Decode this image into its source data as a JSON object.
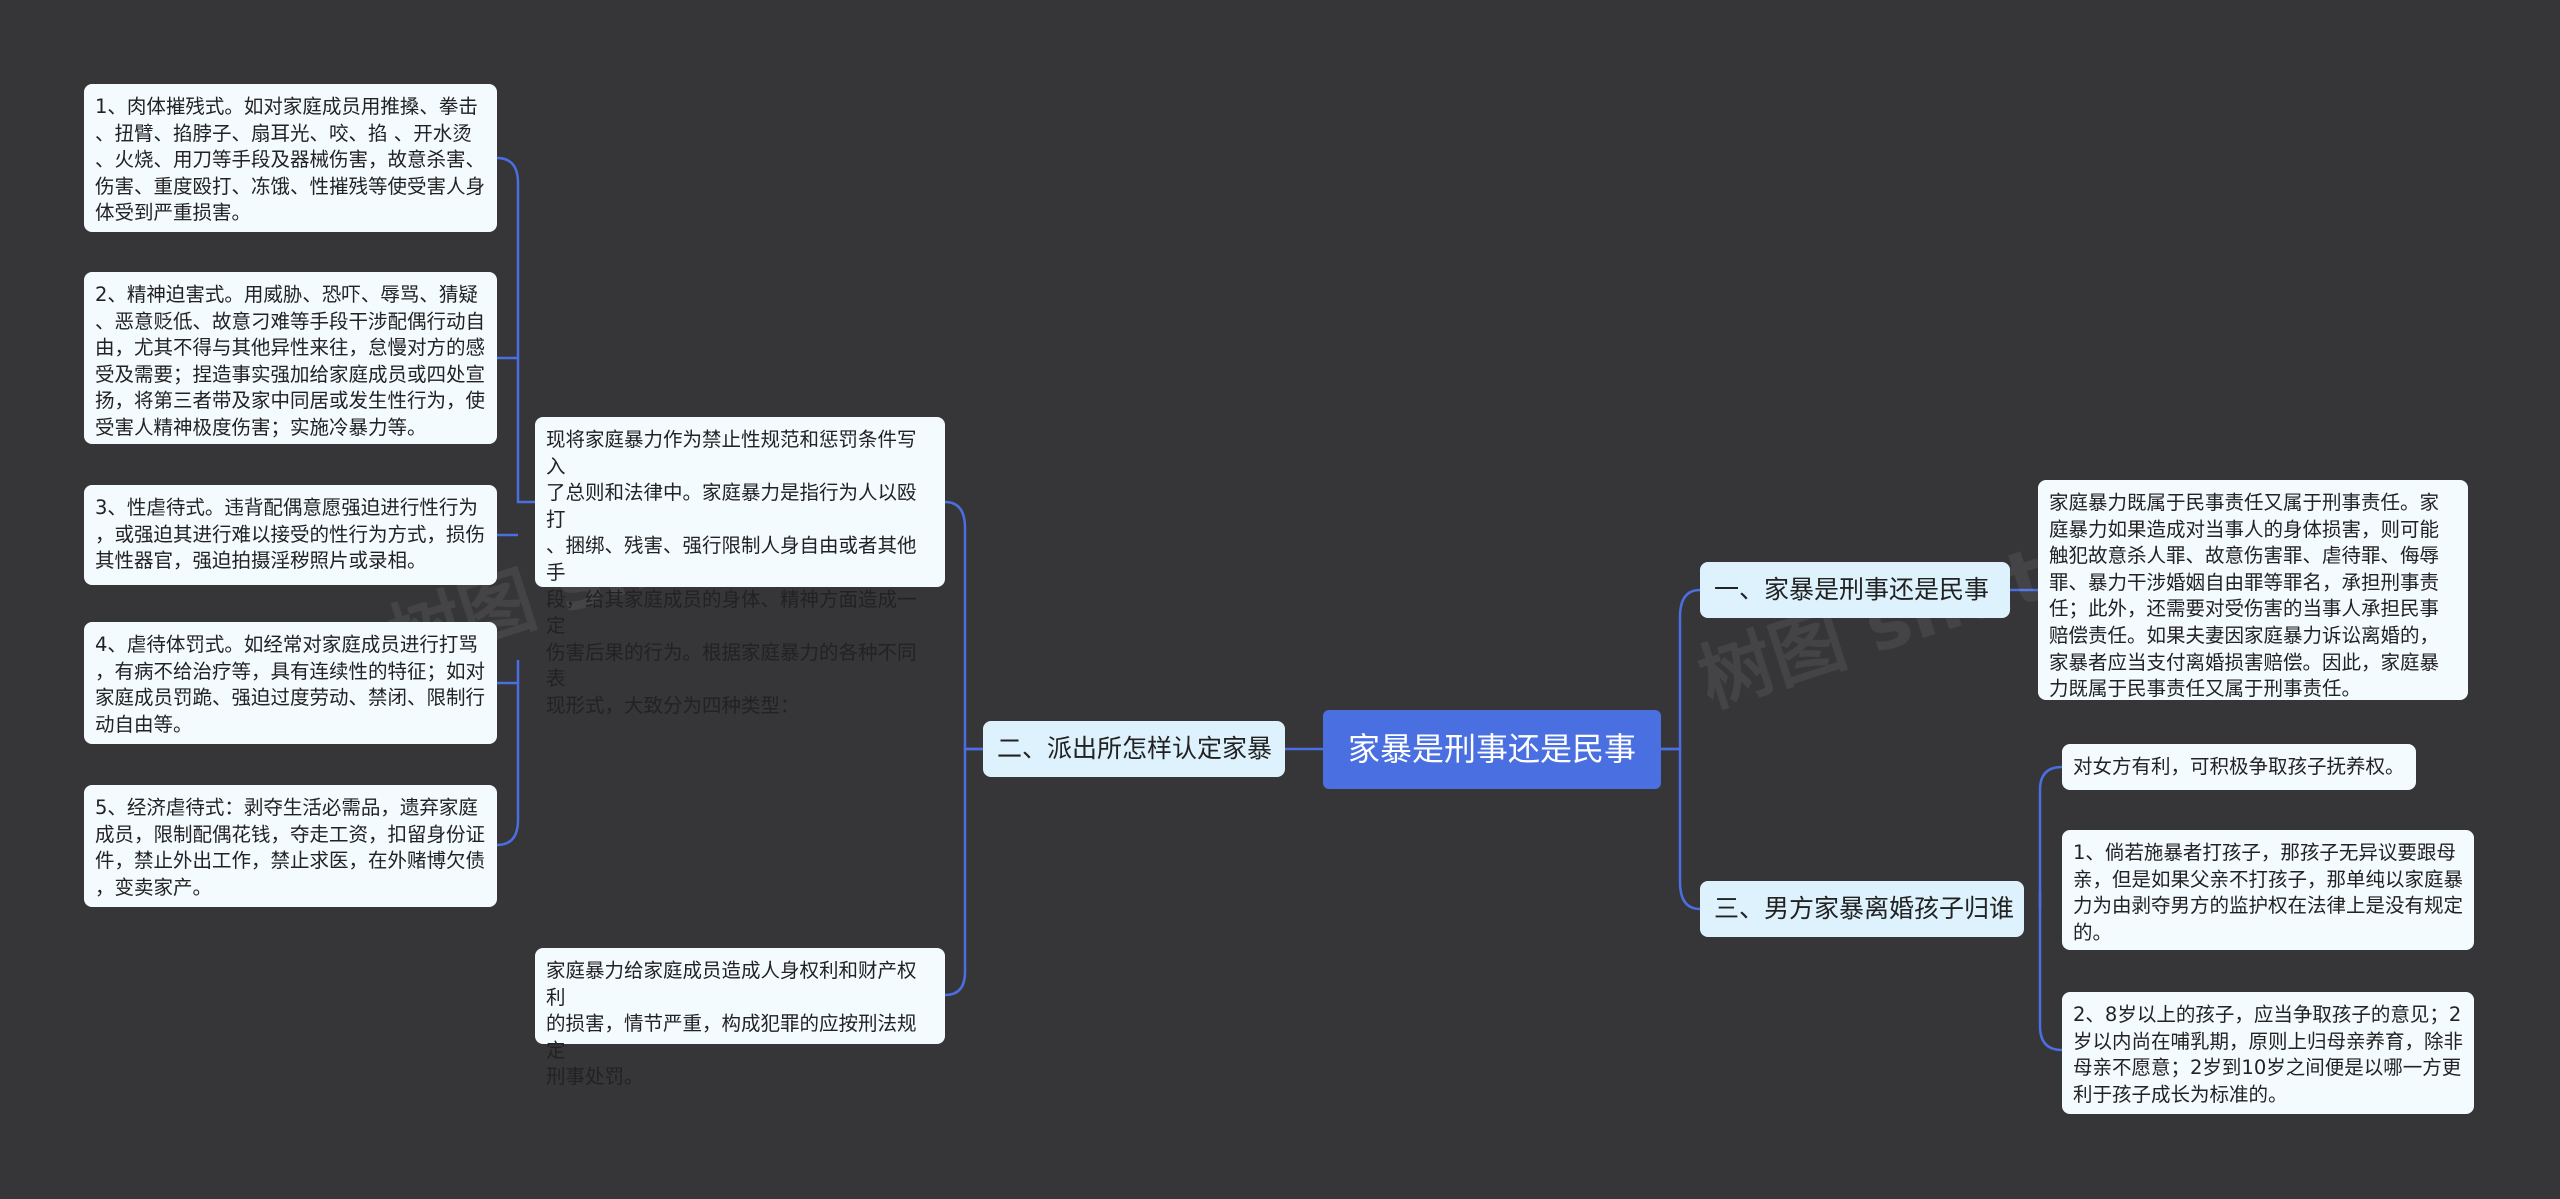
{
  "root": {
    "label": "家暴是刑事还是民事"
  },
  "branches": {
    "b1": {
      "label": "一、家暴是刑事还是民事"
    },
    "b2": {
      "label": "二、派出所怎样认定家暴"
    },
    "b3": {
      "label": "三、男方家暴离婚孩子归谁"
    }
  },
  "leaves": {
    "b1_text": "家庭暴力既属于民事责任又属于刑事责任。家\n庭暴力如果造成对当事人的身体损害，则可能\n触犯故意杀人罪、故意伤害罪、虐待罪、侮辱\n罪、暴力干涉婚姻自由罪等罪名，承担刑事责\n任；此外，还需要对受伤害的当事人承担民事\n赔偿责任。如果夫妻因家庭暴力诉讼离婚的，\n家暴者应当支付离婚损害赔偿。因此，家庭暴\n力既属于民事责任又属于刑事责任。",
    "b3_a": "对女方有利，可积极争取孩子抚养权。",
    "b3_b": "1、倘若施暴者打孩子，那孩子无异议要跟母\n亲，但是如果父亲不打孩子，那单纯以家庭暴\n力为由剥夺男方的监护权在法律上是没有规定\n的。",
    "b3_c": "2、8岁以上的孩子，应当争取孩子的意见；2\n岁以内尚在哺乳期，原则上归母亲养育，除非\n母亲不愿意；2岁到10岁之间便是以哪一方更\n利于孩子成长为标准的。",
    "b2_intro": "现将家庭暴力作为禁止性规范和惩罚条件写入\n了总则和法律中。家庭暴力是指行为人以殴打\n、捆绑、残害、强行限制人身自由或者其他手\n段，给其家庭成员的身体、精神方面造成一定\n伤害后果的行为。根据家庭暴力的各种不同表\n现形式，大致分为四种类型：",
    "b2_crime": "家庭暴力给家庭成员造成人身权利和财产权利\n的损害，情节严重，构成犯罪的应按刑法规定\n刑事处罚。",
    "t1": "1、肉体摧残式。如对家庭成员用推搡、拳击\n、扭臂、掐脖子、扇耳光、咬、掐 、开水烫\n、火烧、用刀等手段及器械伤害，故意杀害、\n伤害、重度殴打、冻饿、性摧残等使受害人身\n体受到严重损害。",
    "t2": "2、精神迫害式。用威胁、恐吓、辱骂、猜疑\n、恶意贬低、故意刁难等手段干涉配偶行动自\n由，尤其不得与其他异性来往，怠慢对方的感\n受及需要；捏造事实强加给家庭成员或四处宣\n扬，将第三者带及家中同居或发生性行为，使\n受害人精神极度伤害；实施冷暴力等。",
    "t3": "3、性虐待式。违背配偶意愿强迫进行性行为\n，或强迫其进行难以接受的性行为方式，损伤\n其性器官，强迫拍摄淫秽照片或录相。",
    "t4": "4、虐待体罚式。如经常对家庭成员进行打骂\n，有病不给治疗等，具有连续性的特征；如对\n家庭成员罚跪、强迫过度劳动、禁闭、限制行\n动自由等。",
    "t5": "5、经济虐待式：剥夺生活必需品，遗弃家庭\n成员，限制配偶花钱，夺走工资，扣留身份证\n件，禁止外出工作，禁止求医，在外赌博欠债\n，变卖家产。"
  },
  "colors": {
    "background": "#363538",
    "root_fill": "#4a6fe0",
    "branch_fill": "#def2fd",
    "leaf_fill": "#f3fbff",
    "connector": "#4a6fe0"
  }
}
